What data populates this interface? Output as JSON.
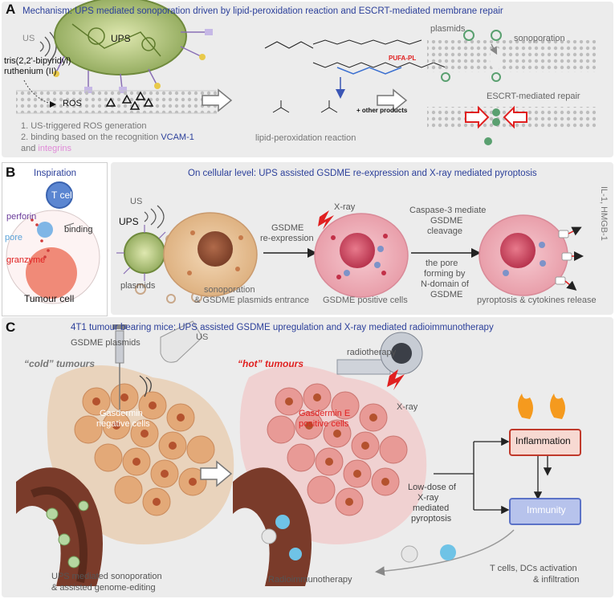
{
  "panels": {
    "a": {
      "label": "A",
      "title": "Mechanism: UPS mediated sonoporation driven by lipid-peroxidation reaction and ESCRT-mediated membrane repair",
      "us": "US",
      "ups": "UPS",
      "ru_line1": "tris(2,2'-bipyridyl)",
      "ru_line2": "ruthenium (II)",
      "ros": "ROS",
      "step1": "1. US-triggered ROS generation",
      "step2_prefix": "2. binding based on the recognition",
      "step2_vcam": "VCAM-1",
      "step2_and": "and",
      "step2_integrins": "integrins",
      "pufa": "PUFA-PL",
      "other_products": "+ other products",
      "lipid_reaction": "lipid-peroxidation reaction",
      "plasmids": "plasmids",
      "sonoporation": "sonoporation",
      "escrt_repair": "ESCRT-mediated repair"
    },
    "b": {
      "label": "B",
      "inspiration": "Inspiration",
      "tcell": "T cell",
      "perforin": "perforin",
      "pore": "pore",
      "binding": "binding",
      "granzyme": "granzyme",
      "tumour_cell": "Tumour cell",
      "title": "On cellular level: UPS assisted GSDME re-expression and X-ray mediated pyroptosis",
      "us": "US",
      "ups": "UPS",
      "plasmids": "plasmids",
      "sonoporation_line1": "sonoporation",
      "sonoporation_line2": "& GSDME plasmids entrance",
      "gsdme_line1": "GSDME",
      "gsdme_line2": "re-expression",
      "xray": "X-ray",
      "casp_line1": "Caspase-3 mediate",
      "casp_line2": "GSDME",
      "casp_line3": "cleavage",
      "pore_line1": "the pore",
      "pore_line2": "forming by",
      "pore_line3": "N-domain of",
      "pore_line4": "GSDME",
      "gsdme_positive": "GSDME positive cells",
      "pyroptosis": "pyroptosis & cytokines release",
      "il1": "IL-1, HMGB-1"
    },
    "c": {
      "label": "C",
      "title": "4T1 tumour bearing mice: UPS assisted GSDME upregulation and X-ray mediated radioimmunotherapy",
      "gsdme_plasmids": "GSDME plasmids",
      "us": "US",
      "cold": "“cold” tumours",
      "hot": "“hot” tumours",
      "radiotherapy": "radiotherapy",
      "xray": "X-ray",
      "gasdermin_neg_line1": "Gasdermin",
      "gasdermin_neg_line2": "negative cells",
      "gasdermin_pos_line1": "Gasdermin E",
      "gasdermin_pos_line2": "positive cells",
      "inflammation": "Inflammation",
      "immunity": "Immunity",
      "lowdose_line1": "Low-dose of",
      "lowdose_line2": "X-ray",
      "lowdose_line3": "mediated",
      "lowdose_line4": "pyroptosis",
      "ups_line1": "UPS mediated sonoporation",
      "ups_line2": "& assisted genome-editing",
      "radioimmunotherapy": "Radioimmunotherapy",
      "tcells_line1": "T cells, DCs activation",
      "tcells_line2": "& infiltration"
    }
  },
  "colors": {
    "title_blue": "#2b3f9a",
    "red": "#e02020",
    "panel_bg": "#ececec",
    "inflammation_fill": "#f7d9d2",
    "immunity_fill": "#b7c3ec"
  }
}
